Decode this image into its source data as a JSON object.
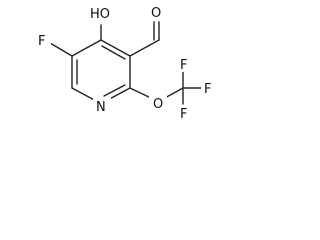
{
  "molecule": {
    "atom_labels": {
      "fluoro": "F",
      "hydroxy": "HO",
      "aldehyde_oxygen": "O",
      "ring_nitrogen": "N",
      "ether_oxygen": "O",
      "cf3_f_top": "F",
      "cf3_f_right": "F",
      "cf3_f_bottom": "F"
    }
  }
}
